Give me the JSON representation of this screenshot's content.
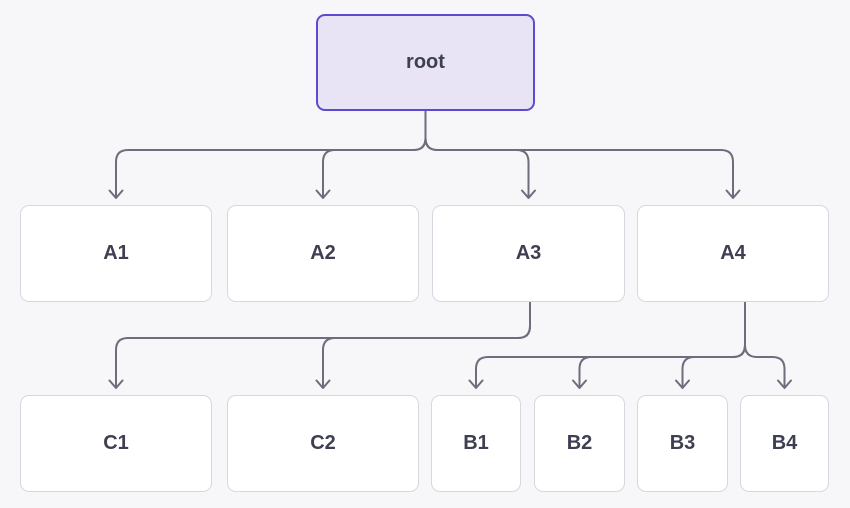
{
  "diagram": {
    "type": "tree",
    "nodes": {
      "root": {
        "label": "root",
        "variant": "highlighted"
      },
      "A1": {
        "label": "A1",
        "variant": "default"
      },
      "A2": {
        "label": "A2",
        "variant": "default"
      },
      "A3": {
        "label": "A3",
        "variant": "default"
      },
      "A4": {
        "label": "A4",
        "variant": "default"
      },
      "C1": {
        "label": "C1",
        "variant": "default"
      },
      "C2": {
        "label": "C2",
        "variant": "default"
      },
      "B1": {
        "label": "B1",
        "variant": "default"
      },
      "B2": {
        "label": "B2",
        "variant": "default"
      },
      "B3": {
        "label": "B3",
        "variant": "default"
      },
      "B4": {
        "label": "B4",
        "variant": "default"
      }
    },
    "edges": [
      {
        "from": "root",
        "to": "A1"
      },
      {
        "from": "root",
        "to": "A2"
      },
      {
        "from": "root",
        "to": "A3"
      },
      {
        "from": "root",
        "to": "A4"
      },
      {
        "from": "A3",
        "to": "C1"
      },
      {
        "from": "A3",
        "to": "C2"
      },
      {
        "from": "A4",
        "to": "B1"
      },
      {
        "from": "A4",
        "to": "B2"
      },
      {
        "from": "A4",
        "to": "B3"
      },
      {
        "from": "A4",
        "to": "B4"
      }
    ],
    "colors": {
      "background": "#f7f7f9",
      "node_fill": "#ffffff",
      "node_border": "#d7d7e0",
      "root_fill": "#e8e4f6",
      "root_border": "#5b4bd1",
      "edge": "#6d6d7e",
      "text": "#3f3f52"
    }
  }
}
